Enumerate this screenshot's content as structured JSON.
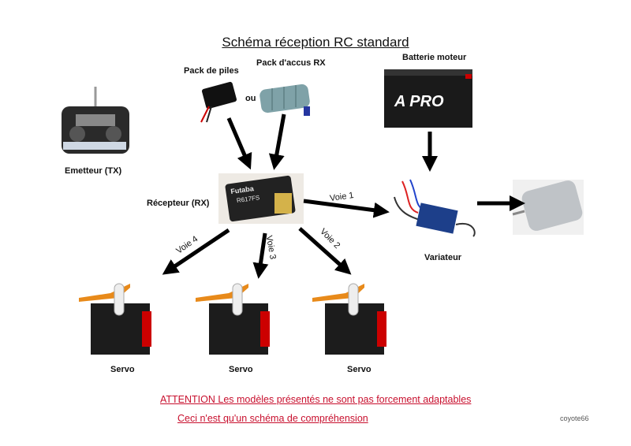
{
  "title": "Schéma réception RC standard",
  "labels": {
    "pack_piles": "Pack de piles",
    "ou": "ou",
    "pack_accus": "Pack d'accus  RX",
    "batterie": "Batterie moteur",
    "emetteur": "Emetteur  (TX)",
    "recepteur": "Récepteur (RX)",
    "variateur": "Variateur",
    "servo": "Servo"
  },
  "channels": {
    "voie1": "Voie 1",
    "voie2": "Voie 2",
    "voie3": "Voie 3",
    "voie4": "Voie 4"
  },
  "receiver_brand": "Futaba",
  "receiver_model": "R617FS",
  "warning": {
    "attention": "ATTENTION",
    "line1": " Les modèles présentés ne sont pas forcement adaptables",
    "line2": "Ceci n'est qu'un schéma de compréhension"
  },
  "author": "coyote66",
  "colors": {
    "warning": "#c8102e",
    "arrow": "#000000"
  }
}
